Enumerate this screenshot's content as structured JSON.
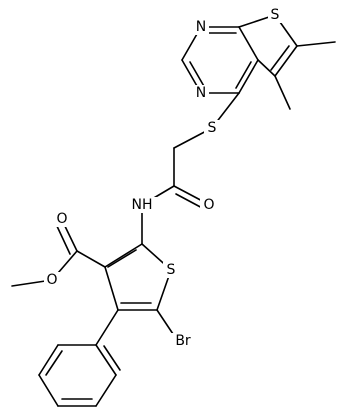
{
  "structure": {
    "atom_labels": {
      "n1": "N",
      "n3": "N",
      "s7": "S",
      "s_thioether": "S",
      "nh": "NH",
      "o_amide": "O",
      "o_carbonyl": "O",
      "o_ester": "O",
      "s_thiophene": "S",
      "br": "Br"
    }
  }
}
